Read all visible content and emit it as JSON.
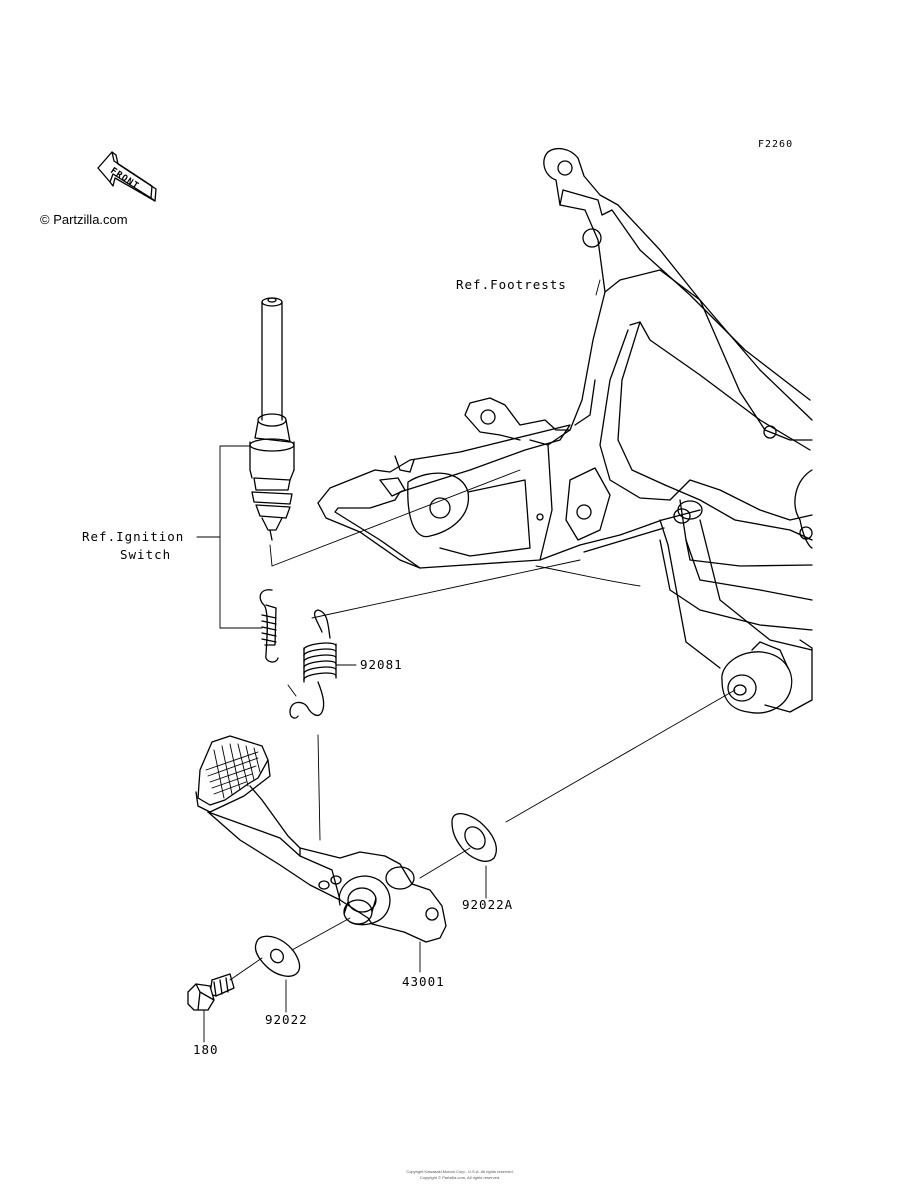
{
  "figure_code": "F2260",
  "watermark": "© Partzilla.com",
  "front_arrow_text": "FRONT",
  "references": {
    "footrests": "Ref.Footrests",
    "ignition_switch_line1": "Ref.Ignition",
    "ignition_switch_line2": "Switch"
  },
  "parts": [
    {
      "number": "92081"
    },
    {
      "number": "92022A"
    },
    {
      "number": "43001"
    },
    {
      "number": "92022"
    },
    {
      "number": "180"
    }
  ],
  "copyright_line1": "Copyright Kawasaki Motors Corp., U.S.A. All rights reserved.",
  "copyright_line2": "Copyright © Partzilla.com. All rights reserved."
}
